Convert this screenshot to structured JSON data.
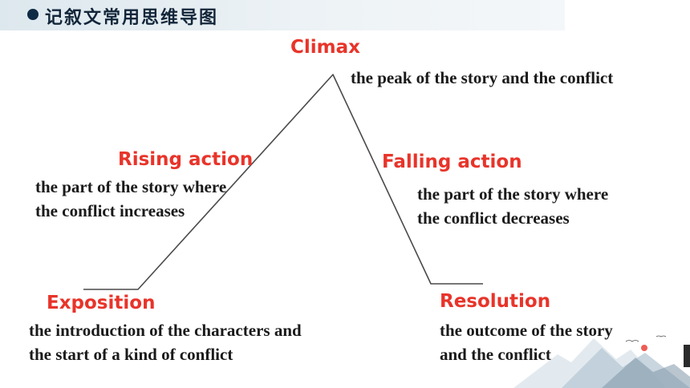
{
  "header": {
    "title": "记叙文常用思维导图",
    "bullet_color": "#0f2a44"
  },
  "diagram": {
    "line_color": "#4a4a4a",
    "label_color": "#e8342a",
    "stages": {
      "climax": {
        "label": "Climax",
        "desc": [
          "the peak of the story and the conflict"
        ]
      },
      "rising": {
        "label": "Rising action",
        "desc": [
          "the part of the story where",
          "the conflict increases"
        ]
      },
      "falling": {
        "label": "Falling action",
        "desc": [
          "the part of the story where",
          "the conflict decreases"
        ]
      },
      "exposition": {
        "label": "Exposition",
        "desc": [
          "the introduction of the characters and",
          "the start of a kind of conflict"
        ]
      },
      "resolution": {
        "label": "Resolution",
        "desc": [
          "the outcome of the story",
          "and the conflict"
        ]
      }
    }
  },
  "decoration": {
    "icon": "mountain-landscape-icon"
  }
}
